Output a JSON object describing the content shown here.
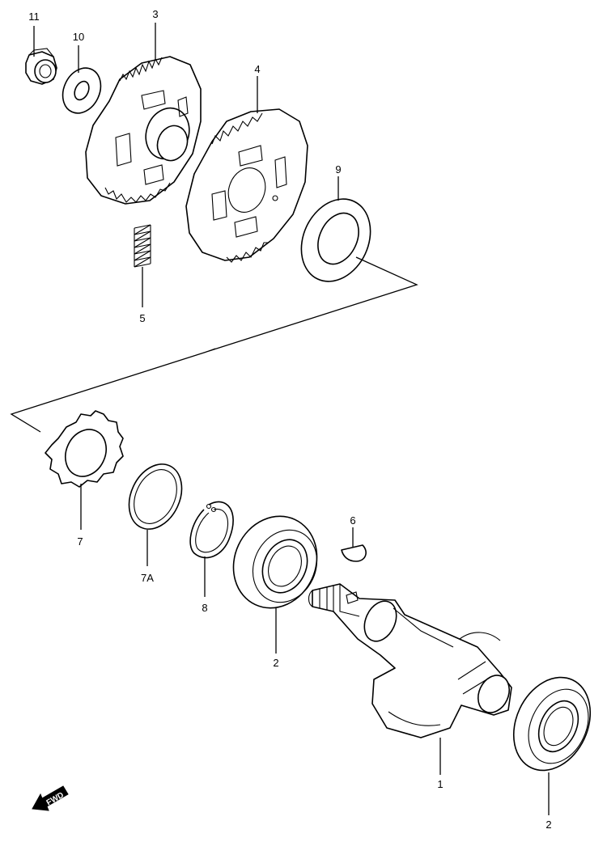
{
  "diagram": {
    "callouts": {
      "p1": "1",
      "p2_upper": "2",
      "p2_lower": "2",
      "p3": "3",
      "p4": "4",
      "p5": "5",
      "p6": "6",
      "p7": "7",
      "p7a": "7A",
      "p8": "8",
      "p9": "9",
      "p10": "10",
      "p11": "11"
    },
    "fwd_label": "FWD",
    "parts": [
      {
        "id": "1",
        "icon": "crank-shaft-icon"
      },
      {
        "id": "2",
        "icon": "ball-bearing-icon"
      },
      {
        "id": "3",
        "icon": "drive-gear-icon"
      },
      {
        "id": "4",
        "icon": "driven-gear-icon"
      },
      {
        "id": "5",
        "icon": "coil-spring-icon"
      },
      {
        "id": "6",
        "icon": "woodruff-key-icon"
      },
      {
        "id": "7",
        "icon": "lock-washer-icon"
      },
      {
        "id": "7A",
        "icon": "thin-washer-icon"
      },
      {
        "id": "8",
        "icon": "circlip-icon"
      },
      {
        "id": "9",
        "icon": "shim-washer-icon"
      },
      {
        "id": "10",
        "icon": "flat-washer-icon"
      },
      {
        "id": "11",
        "icon": "flange-nut-icon"
      }
    ]
  }
}
